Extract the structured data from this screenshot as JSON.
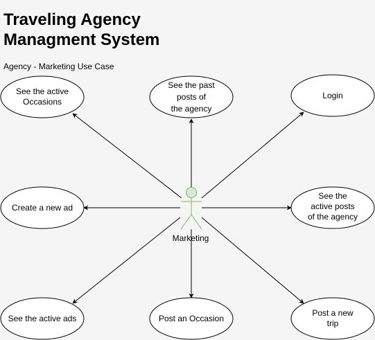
{
  "diagram": {
    "title_line1": "Traveling Agency",
    "title_line2": "Managment System",
    "subtitle": "Agency - Marketing Use Case",
    "actor": {
      "label": "Marketing",
      "color": "#82b366",
      "fill": "#d5e8d4"
    },
    "use_cases": [
      {
        "id": "active-occasions",
        "lines": [
          "See the active",
          "Occasions"
        ]
      },
      {
        "id": "past-posts",
        "lines": [
          "See the past",
          "posts of",
          "the agency"
        ]
      },
      {
        "id": "login",
        "lines": [
          "Login"
        ]
      },
      {
        "id": "create-ad",
        "lines": [
          "Create a new ad"
        ]
      },
      {
        "id": "active-posts",
        "lines": [
          "See the",
          "active posts",
          "of the agency"
        ]
      },
      {
        "id": "active-ads",
        "lines": [
          "See the active ads"
        ]
      },
      {
        "id": "post-occasion",
        "lines": [
          "Post an Occasion"
        ]
      },
      {
        "id": "post-trip",
        "lines": [
          "Post a new",
          "trip"
        ]
      }
    ]
  }
}
